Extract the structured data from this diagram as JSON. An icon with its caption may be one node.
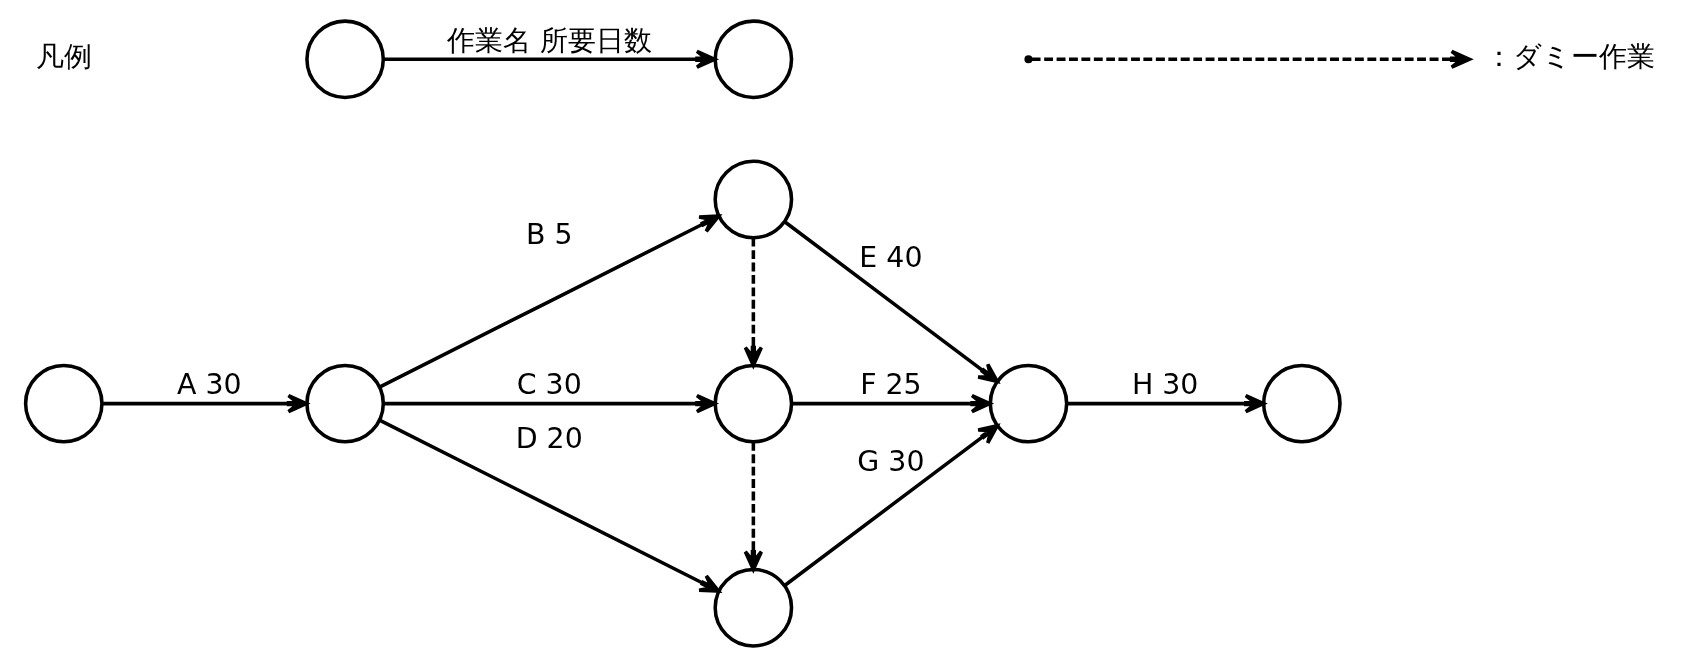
{
  "diagram": {
    "nodes": [
      {
        "text": [],
        "shape": "circle"
      },
      {
        "text": [],
        "shape": "circle"
      },
      {
        "text": [],
        "shape": "circle"
      },
      {
        "text": [],
        "shape": "circle"
      },
      {
        "text": [],
        "shape": "circle"
      },
      {
        "text": [],
        "shape": "circle"
      },
      {
        "text": [],
        "shape": "circle"
      },
      {
        "text": [],
        "shape": "circle"
      },
      {
        "text": [],
        "shape": "circle"
      }
    ],
    "edges": [
      {
        "from": 0,
        "to": 1,
        "arrow": "to",
        "label": "A 30"
      },
      {
        "from": 1,
        "to": 2,
        "arrow": "to",
        "label": "B 5"
      },
      {
        "from": 1,
        "to": 3,
        "arrow": "to",
        "label": "C 30"
      },
      {
        "from": 1,
        "to": 4,
        "arrow": "to",
        "label": "D 20"
      },
      {
        "from": 2,
        "to": 3,
        "arrow": "to",
        "style": "dashed"
      },
      {
        "from": 2,
        "to": 5,
        "arrow": "to",
        "label": "E 40"
      },
      {
        "from": 3,
        "to": 5,
        "arrow": "to",
        "label": "F 25"
      },
      {
        "from": 3,
        "to": 4,
        "arrow": "to",
        "style": "dashed"
      },
      {
        "from": 4,
        "to": 5,
        "arrow": "to",
        "label": "G 30"
      },
      {
        "from": 5,
        "to": 6,
        "arrow": "to",
        "label": "H 30"
      },
      {
        "from": 7,
        "to": 8,
        "arrow": "to",
        "label": "作業名 所要日数"
      }
    ],
    "labels": [
      "凡例"
    ],
    "legend": [
      {
        "text": "：ダミー作業"
      }
    ]
  }
}
